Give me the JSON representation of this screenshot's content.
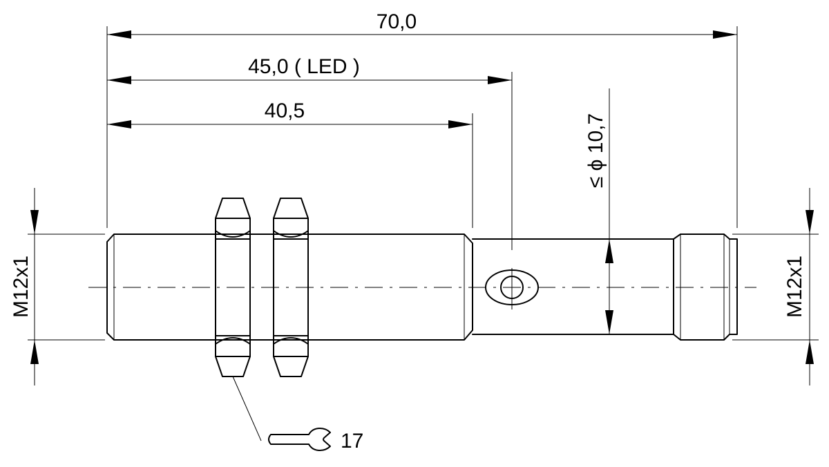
{
  "dimensions": {
    "overall_length": "70,0",
    "led_position": "45,0 ( LED )",
    "thread_length": "40,5",
    "diameter": "≤ ϕ 10,7",
    "thread_left": "M12x1",
    "thread_right": "M12x1",
    "wrench_size": "17"
  },
  "icons": {
    "wrench": "wrench-icon",
    "led": "led-indicator-icon"
  }
}
